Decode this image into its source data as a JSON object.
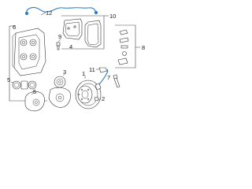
{
  "diagram": {
    "accent_color": "#2f78c8",
    "line_color": "#333333",
    "callouts": [
      "1",
      "2",
      "3",
      "4",
      "5",
      "6",
      "7",
      "8",
      "9",
      "10",
      "11",
      "12"
    ]
  }
}
